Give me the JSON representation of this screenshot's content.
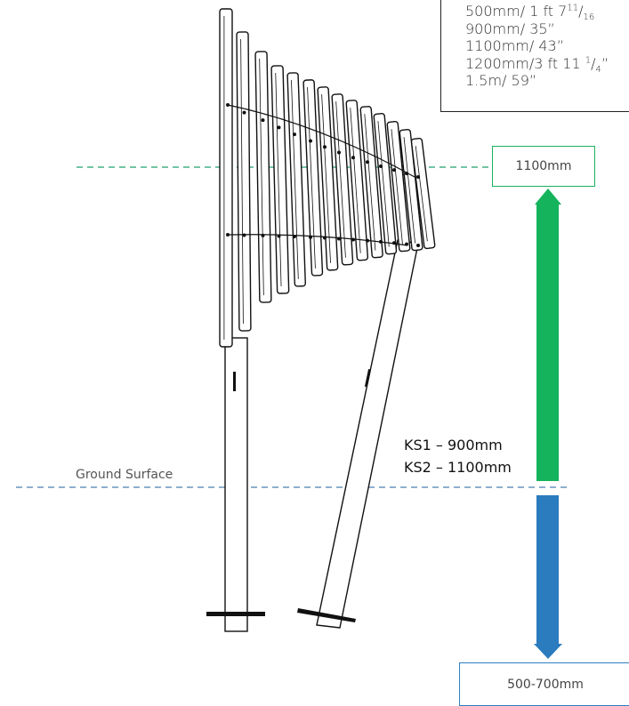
{
  "legend": {
    "lines": [
      {
        "main": "500mm/ 1 ft   7",
        "sup": "11",
        "sep": "/",
        "sub": "16"
      },
      {
        "main": "900mm/ 35”"
      },
      {
        "main": "1100mm/ 43”"
      },
      {
        "main": "1200mm/3 ft   11 ",
        "sup": "1",
        "sep": "/",
        "sub": "4",
        "tail": "”"
      },
      {
        "main": "1.5m/ 59”"
      }
    ]
  },
  "above_ground_box": "1100mm",
  "below_ground_box": "500-700mm",
  "ground_label": "Ground Surface",
  "ks1_label": "KS1 – 900mm",
  "ks2_label": "KS2 – 1100mm",
  "colors": {
    "above_arrow": "#15b35c",
    "below_arrow": "#2b7bbf",
    "above_line": "#22a06b",
    "ground_line": "#4a7fb0",
    "outline": "#111111"
  },
  "icons": [
    "arrow-up-icon",
    "arrow-down-icon"
  ]
}
